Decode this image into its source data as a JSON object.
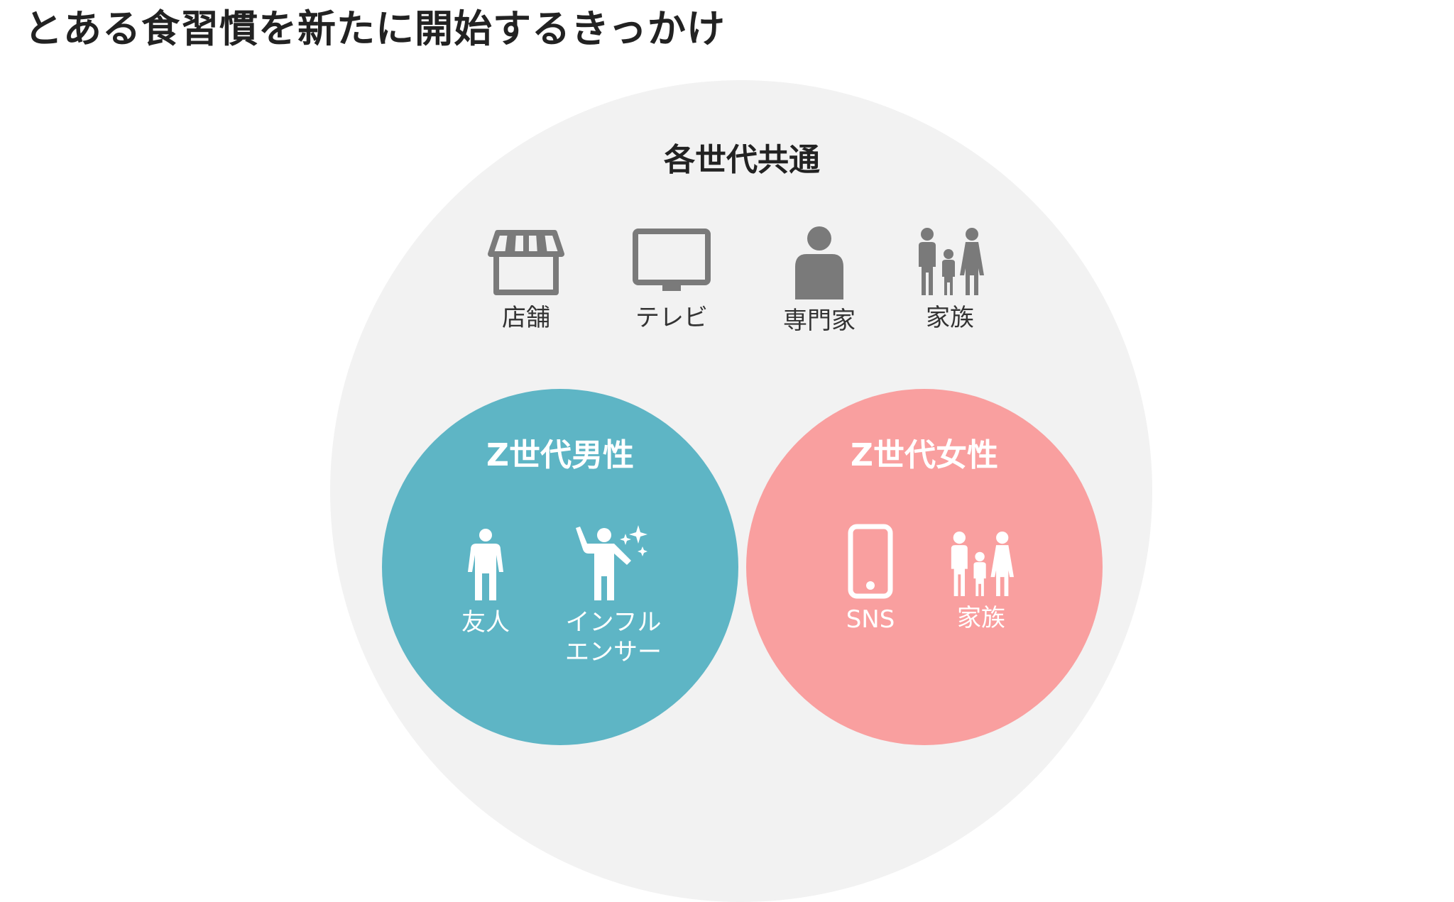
{
  "title": "とある食習慣を新たに開始するきっかけ",
  "common": {
    "title": "各世代共通",
    "items": [
      {
        "label": "店舗",
        "icon": "store-icon"
      },
      {
        "label": "テレビ",
        "icon": "tv-icon"
      },
      {
        "label": "専門家",
        "icon": "person-icon"
      },
      {
        "label": "家族",
        "icon": "family-icon"
      }
    ]
  },
  "male": {
    "title": "Z世代男性",
    "items": [
      {
        "label": "友人",
        "icon": "person-icon"
      },
      {
        "label": "インフル\nエンサー",
        "icon": "influencer-icon"
      }
    ]
  },
  "female": {
    "title": "Z世代女性",
    "items": [
      {
        "label": "SNS",
        "icon": "smartphone-icon"
      },
      {
        "label": "家族",
        "icon": "family-icon"
      }
    ]
  },
  "colors": {
    "outer_circle": "#f2f2f2",
    "common_icon": "#7a7a7a",
    "male_circle": "#5eb5c5",
    "female_circle": "#f99f9f",
    "circle_text": "#ffffff"
  }
}
